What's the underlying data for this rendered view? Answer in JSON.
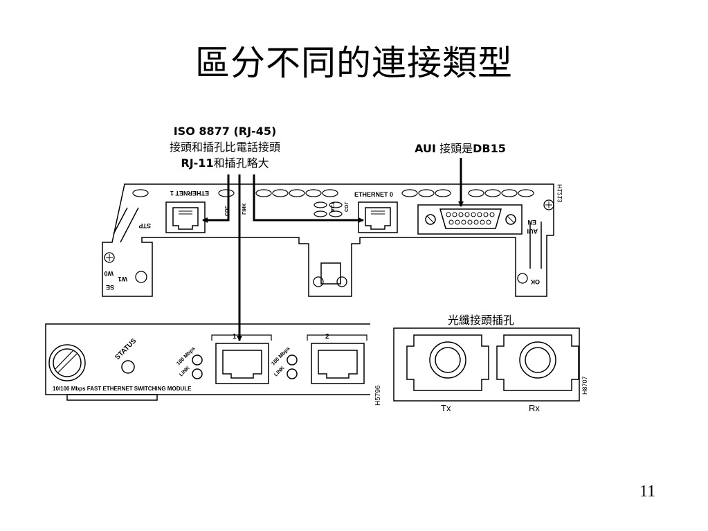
{
  "slide": {
    "title": "區分不同的連接類型",
    "page_number": "11"
  },
  "callouts": {
    "rj45_line1": "ISO 8877 (RJ-45)",
    "rj45_line2": "接頭和插孔比電話接頭",
    "rj45_line3_bold": "RJ-11",
    "rj45_line3_rest": "和插孔略大",
    "aui_bold_a": "AUI",
    "aui_rest": " 接頭是",
    "aui_bold_b": "DB15",
    "fiber": "光纖接頭插孔"
  },
  "router_panel": {
    "ethernet1_label": "ETHERNET 1",
    "ethernet0_label": "ETHERNET 0",
    "stp_label": "STP",
    "link_label": "LINK",
    "col_label": "COL",
    "act_label": "ACT",
    "en_label": "EN",
    "aui_label": "AUI",
    "ok_label": "OK",
    "w1_label": "W1",
    "w0_label": "W0",
    "se_label": "SE",
    "drawing_id": "H1213"
  },
  "switch_module": {
    "status_label": "STATUS",
    "port1_number": "1",
    "port2_number": "2",
    "mbps_label": "100 Mbps",
    "link_label": "LINK",
    "module_name": "10/100 Mbps FAST ETHERNET SWITCHING MODULE",
    "drawing_id": "H5796"
  },
  "fiber_module": {
    "tx_label": "Tx",
    "rx_label": "Rx",
    "drawing_id": "H8707"
  }
}
